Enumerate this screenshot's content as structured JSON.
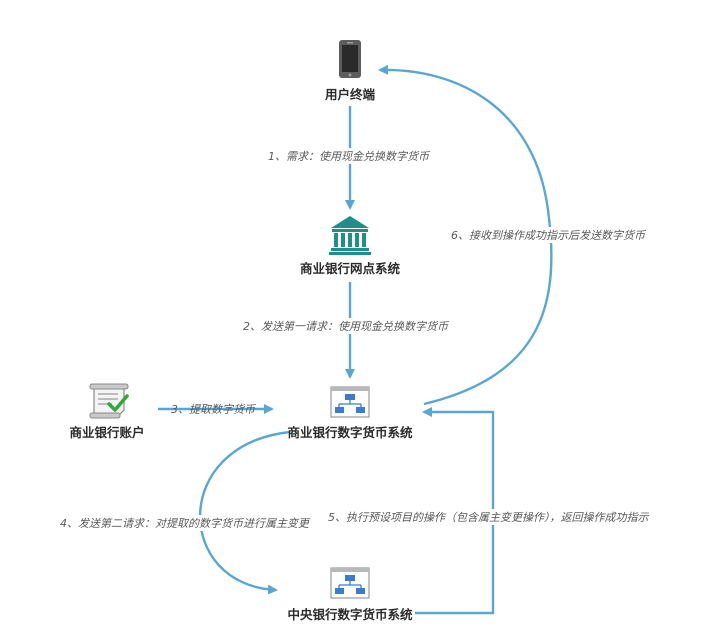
{
  "nodes": {
    "user_terminal": "用户终端",
    "branch_system": "商业银行网点系统",
    "bank_account": "商业银行账户",
    "bank_dc_system": "商业银行数字货币系统",
    "central_dc_system": "中央银行数字货币系统"
  },
  "edges": {
    "e1": "1、需求：使用现金兑换数字货币",
    "e2": "2、发送第一请求：使用现金兑换数字货币",
    "e3": "3、提取数字货币",
    "e4": "4、发送第二请求：对提取的数字货币进行属主变更",
    "e5": "5、执行预设项目的操作（包含属主变更操作），返回操作成功指示",
    "e6": "6、接收到操作成功指示后发送数字货币"
  },
  "colors": {
    "arrow": "#5aa6d3",
    "node_text": "#2b2b2b",
    "edge_text": "#5a5a5a",
    "bank_icon": "#1f8f8c",
    "check_icon": "#2eaa3a",
    "flow_icon": "#3a7bd5"
  },
  "icons": {
    "user_terminal": "phone-icon",
    "branch_system": "bank-building-icon",
    "bank_account": "certificate-check-icon",
    "bank_dc_system": "flowchart-window-icon",
    "central_dc_system": "flowchart-window-icon"
  }
}
